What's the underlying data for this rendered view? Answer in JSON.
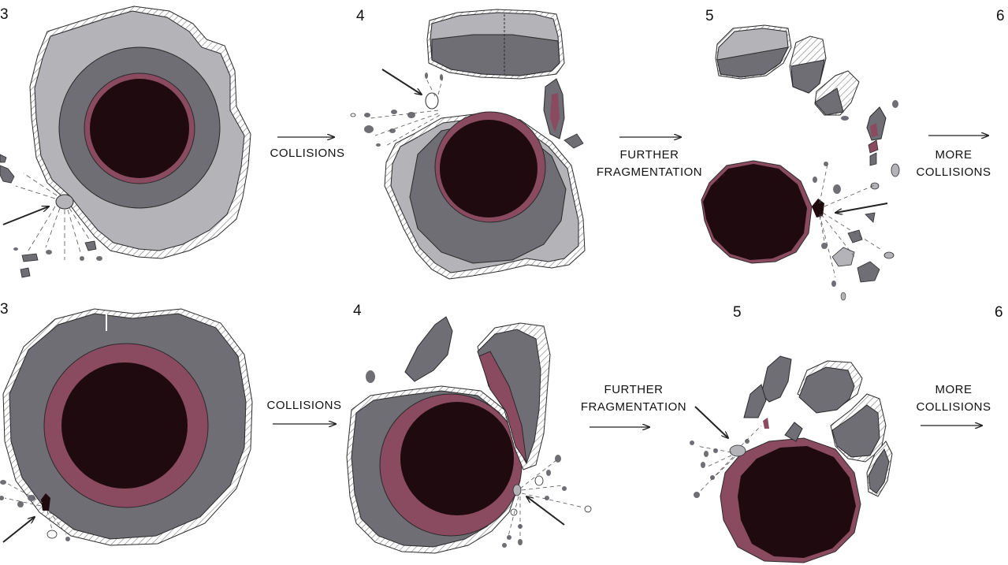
{
  "rows": [
    {
      "stages": [
        "3",
        "4",
        "5",
        "6"
      ],
      "steps": [
        {
          "lines": [
            "COLLISIONS"
          ]
        },
        {
          "lines": [
            "FURTHER",
            "FRAGMENTATION"
          ]
        },
        {
          "lines": [
            "MORE",
            "COLLISIONS"
          ]
        }
      ]
    },
    {
      "stages": [
        "3",
        "4",
        "5",
        "6"
      ],
      "steps": [
        {
          "lines": [
            "COLLISIONS"
          ]
        },
        {
          "lines": [
            "FURTHER",
            "FRAGMENTATION"
          ]
        },
        {
          "lines": [
            "MORE",
            "COLLISIONS"
          ]
        }
      ]
    }
  ],
  "colors": {
    "core": "#1e0a0f",
    "mantle_crimson": "#8a4a60",
    "mantle_gray": "#6e6e74",
    "crust_light": "#b3b3b8",
    "outline": "#2a2a2a",
    "hatch": "#7a7a7a"
  }
}
